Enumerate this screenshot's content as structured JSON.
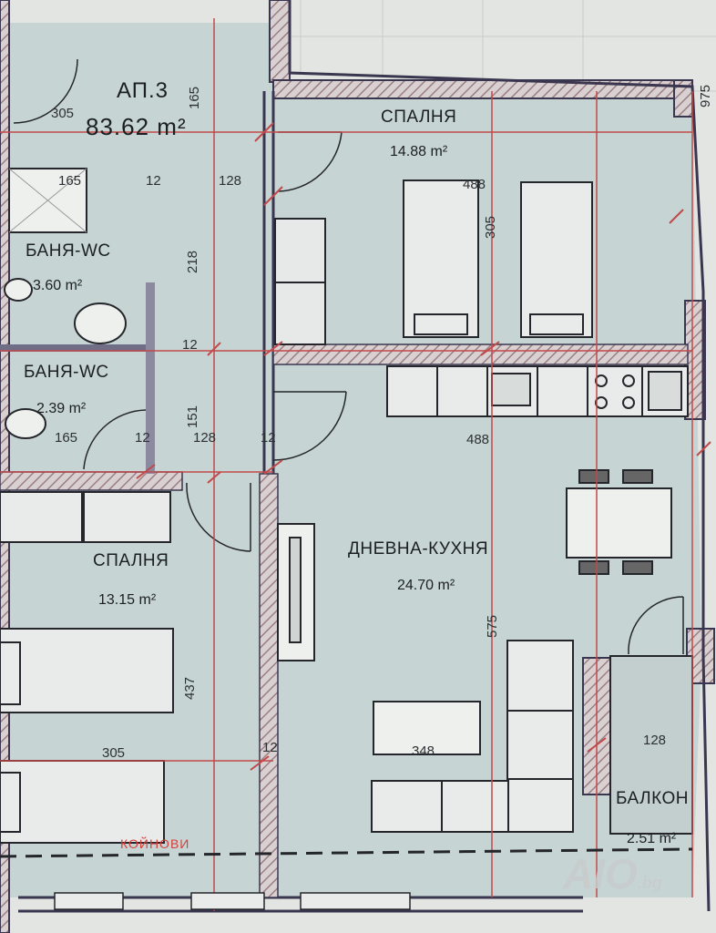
{
  "apartment": {
    "title": "АП.3",
    "area": "83.62 m²"
  },
  "rooms": {
    "bedroom_top": {
      "name": "СПАЛНЯ",
      "area": "14.88 m²"
    },
    "bath1": {
      "name": "БАНЯ-WC",
      "area": "3.60 m²"
    },
    "bath2": {
      "name": "БАНЯ-WC",
      "area": "2.39 m²"
    },
    "bedroom_left": {
      "name": "СПАЛНЯ",
      "area": "13.15 m²"
    },
    "living": {
      "name": "ДНЕВНА-КУХНЯ",
      "area": "24.70 m²"
    },
    "balcony": {
      "name": "БАЛКОН",
      "area": "2.51 m²"
    }
  },
  "dimensions": {
    "d305_top": "305",
    "d165_top": "165",
    "d165_v": "165",
    "d12_a": "12",
    "d128_a": "128",
    "d488_bed": "488",
    "d305_v": "305",
    "d218_v": "218",
    "d12_b": "12",
    "d151_v": "151",
    "d165_bot": "165",
    "d12_c": "12",
    "d128_b": "128",
    "d12_d": "12",
    "d488_living": "488",
    "d575_v": "575",
    "d437_v": "437",
    "d305_bottom": "305",
    "d12_e": "12",
    "d348": "348",
    "d128_balcony": "128",
    "d975_v": "975"
  },
  "watermarks": {
    "agency": "КОЙНОВИ",
    "logo": "AIO",
    "logo_suffix": ".bg"
  },
  "colors": {
    "floor": "#c6d4d3",
    "wall": "#b9a3a5",
    "wall_line": "#3a3650",
    "dim_red": "#c2494a",
    "paper": "#e2e5e2"
  }
}
